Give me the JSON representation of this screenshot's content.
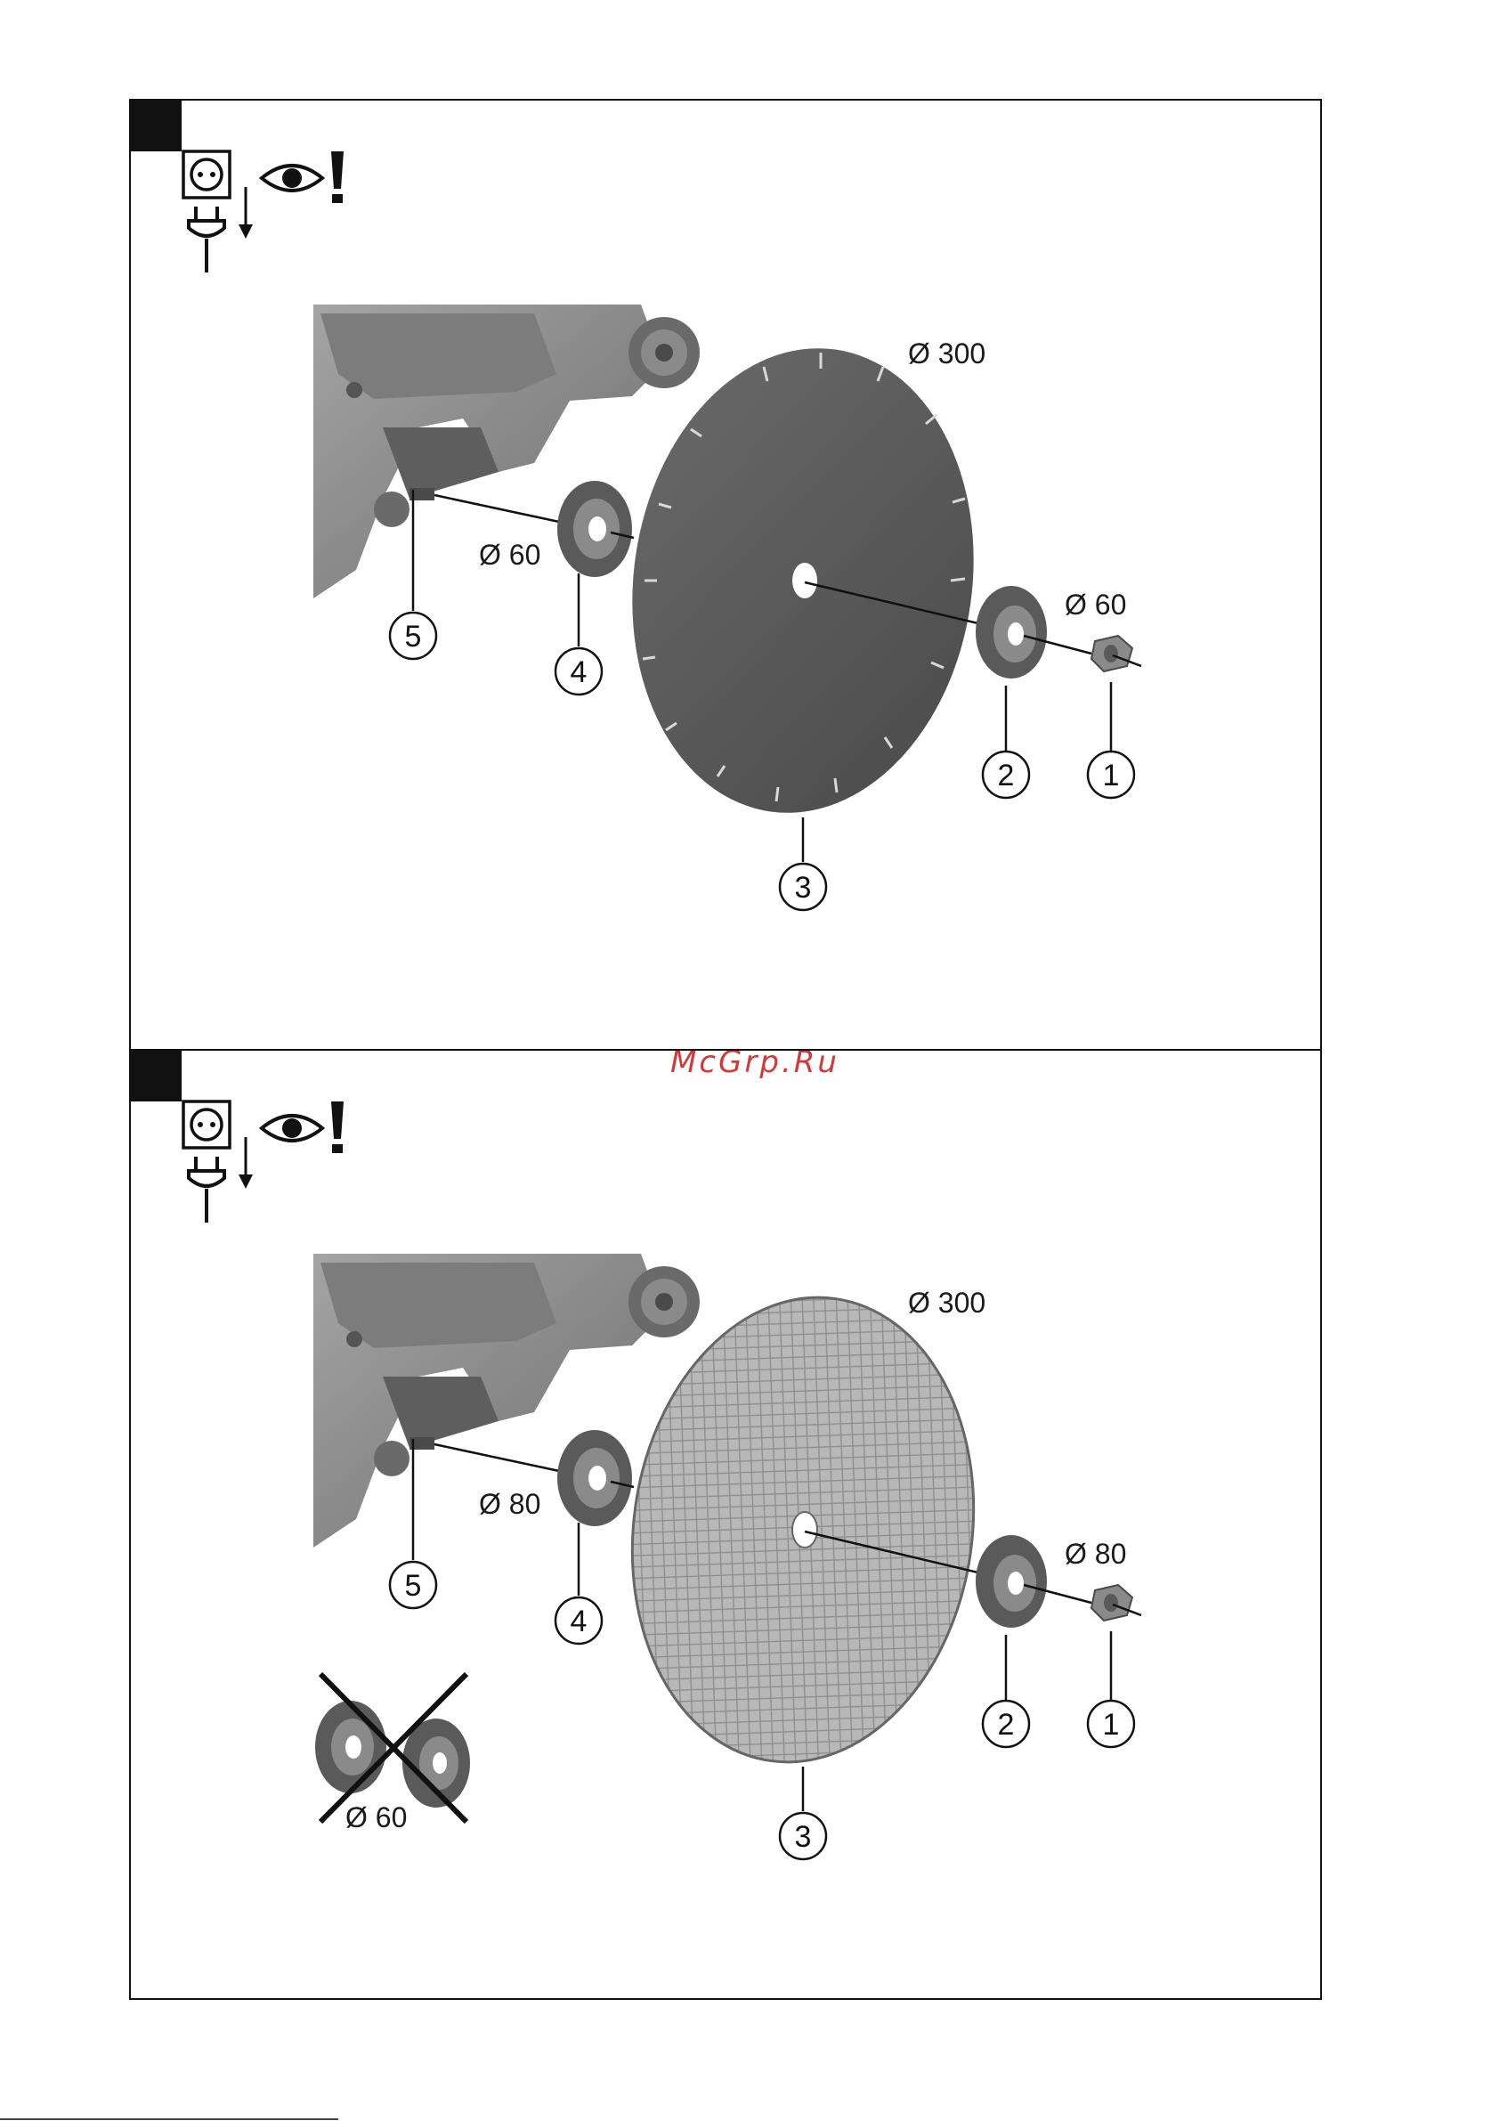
{
  "watermark": "McGrp.Ru",
  "panels": [
    {
      "id": "panel-1",
      "disc_type": "diamond",
      "labels": {
        "disc_diameter": "Ø 300",
        "inner_flange_diameter": "Ø 60",
        "outer_flange_diameter": "Ø 60"
      },
      "callouts": [
        "1",
        "2",
        "3",
        "4",
        "5"
      ]
    },
    {
      "id": "panel-2",
      "disc_type": "abrasive",
      "labels": {
        "disc_diameter": "Ø 300",
        "inner_flange_diameter": "Ø 80",
        "outer_flange_diameter": "Ø 80",
        "not_allowed_flange_diameter": "Ø 60"
      },
      "callouts": [
        "1",
        "2",
        "3",
        "4",
        "5"
      ]
    }
  ],
  "icons": [
    "unplug-icon",
    "attention-icon"
  ],
  "colors": {
    "machine": "#8a8a8a",
    "disc": "#5a5a5a",
    "abrasive_disc": "#b5b5b5",
    "watermark": "#d23a3a"
  }
}
